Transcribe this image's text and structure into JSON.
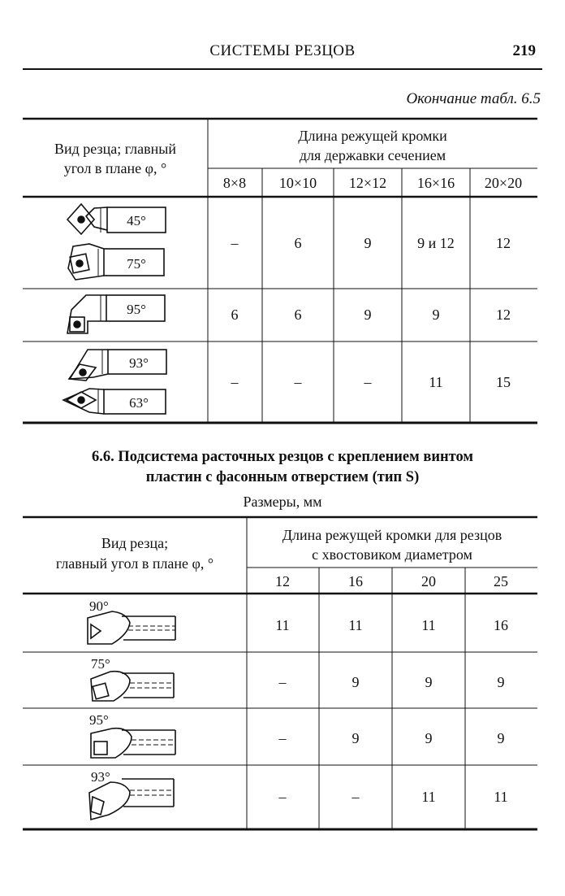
{
  "header": {
    "running_title": "СИСТЕМЫ РЕЗЦОВ",
    "page_number": "219"
  },
  "table1": {
    "continuation": "Окончание табл. 6.5",
    "col0_header": [
      "Вид резца; главный",
      "угол в плане φ, °"
    ],
    "group_header": [
      "Длина режущей кромки",
      "для державки сечением"
    ],
    "sizes": [
      "8×8",
      "10×10",
      "12×12",
      "16×16",
      "20×20"
    ],
    "rows": [
      {
        "angles": [
          "45°",
          "75°"
        ],
        "values": [
          "–",
          "6",
          "9",
          "9 и 12",
          "12"
        ]
      },
      {
        "angles": [
          "95°"
        ],
        "values": [
          "6",
          "6",
          "9",
          "9",
          "12"
        ]
      },
      {
        "angles": [
          "93°",
          "63°"
        ],
        "values": [
          "–",
          "–",
          "–",
          "11",
          "15"
        ]
      }
    ]
  },
  "table2": {
    "title": [
      "6.6. Подсистема расточных резцов с креплением винтом",
      "пластин с фасонным отверстием (тип S)"
    ],
    "units": "Размеры, мм",
    "col0_header": [
      "Вид резца;",
      "главный угол в плане φ, °"
    ],
    "group_header": [
      "Длина режущей кромки для резцов",
      "с хвостовиком диаметром"
    ],
    "diameters": [
      "12",
      "16",
      "20",
      "25"
    ],
    "rows": [
      {
        "angle": "90°",
        "values": [
          "11",
          "11",
          "11",
          "16"
        ]
      },
      {
        "angle": "75°",
        "values": [
          "–",
          "9",
          "9",
          "9"
        ]
      },
      {
        "angle": "95°",
        "values": [
          "–",
          "9",
          "9",
          "9"
        ]
      },
      {
        "angle": "93°",
        "values": [
          "–",
          "–",
          "11",
          "11"
        ]
      }
    ]
  }
}
